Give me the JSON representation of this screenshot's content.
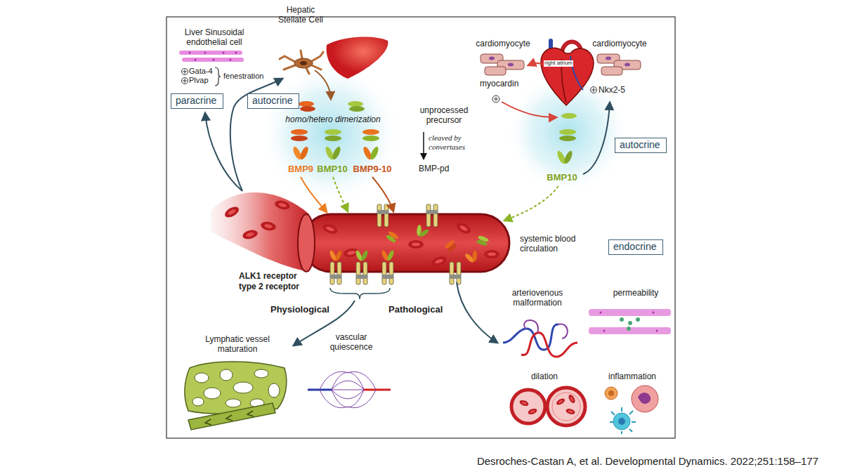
{
  "diagram": {
    "caption": "Desroches-Castan A, et al. Developmental Dynamics. 2022;251:158–177",
    "nodes": [
      {
        "text": [
          "paracrine"
        ]
      },
      {
        "text": [
          "autocrine"
        ]
      },
      {
        "text": [
          "autocrine"
        ]
      },
      {
        "text": [
          "endocrine"
        ]
      }
    ],
    "labels": [
      "Liver Sinusoidal endothelial cell",
      "Hepatic Stellate Cell",
      "cardiomyocyte",
      "cardiomyocyte",
      "Gata-4",
      "Plvap",
      "fenestration",
      "myocardin",
      "right atrium",
      "Nkx2-5",
      "homo/hetero dimerization",
      "unprocessed precursor",
      "cleaved by convertases",
      "BMP-pd",
      "BMP9",
      "BMP10",
      "BMP9-10",
      "BMP10",
      "systemic blood circulation",
      "ALK1 receptor",
      "type 2 receptor",
      "Physiological",
      "Pathological",
      "arteriovenous malformation",
      "permeability",
      "Lymphatic vessel maturation",
      "vascular quiescence",
      "dilation",
      "inflammation"
    ]
  }
}
